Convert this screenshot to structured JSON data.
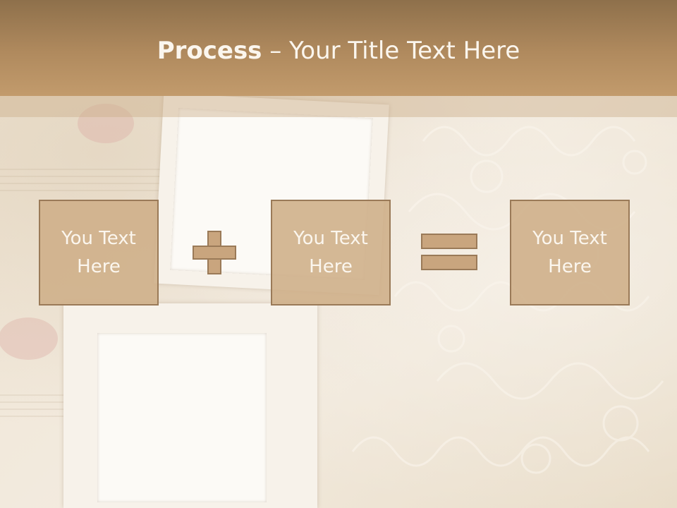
{
  "slide": {
    "title_bold": "Process",
    "title_rest": " – Your Title Text Here"
  },
  "steps": [
    {
      "label": "You Text Here"
    },
    {
      "label": "You Text Here"
    },
    {
      "label": "You Text Here"
    }
  ],
  "operators": [
    "plus-icon",
    "equals-icon"
  ],
  "colors": {
    "header": "#a8845a",
    "box_fill": "#ceae88",
    "box_border": "#9a7a58",
    "background": "#efe5d6"
  }
}
